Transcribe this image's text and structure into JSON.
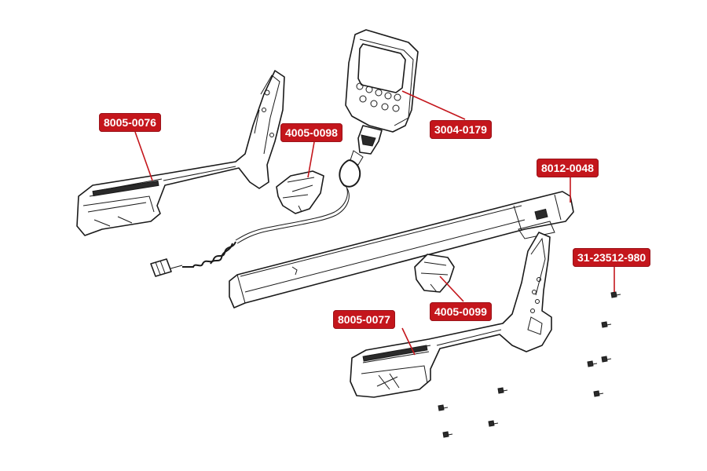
{
  "colors": {
    "callout_bg": "#c4161c",
    "leader": "#c4161c",
    "line_art": "#1a1a1a"
  },
  "callouts": {
    "armrest_upper": "8005-0076",
    "cable_clip_upper": "4005-0098",
    "control_box": "3004-0179",
    "upper_shaft": "8012-0048",
    "screw": "31-23512-980",
    "cable_clip_lower": "4005-0099",
    "armrest_lower": "8005-0077"
  }
}
